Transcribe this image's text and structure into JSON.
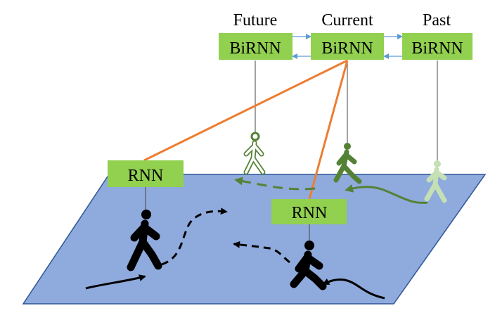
{
  "labels": {
    "future": "Future",
    "current": "Current",
    "past": "Past"
  },
  "boxes": {
    "birnn_future": "BiRNN",
    "birnn_current": "BiRNN",
    "birnn_past": "BiRNN",
    "rnn_left": "RNN",
    "rnn_right": "RNN"
  },
  "colors": {
    "ground": "#8faadc",
    "ground_stroke": "#2f5597",
    "box_fill": "#92d050",
    "attention_line": "#ed7d31",
    "bidir_arrow": "#5b9bd5",
    "green_figure": "#548235",
    "green_path": "#548235",
    "past_figure": "#c5e0b4",
    "black": "#000000"
  }
}
